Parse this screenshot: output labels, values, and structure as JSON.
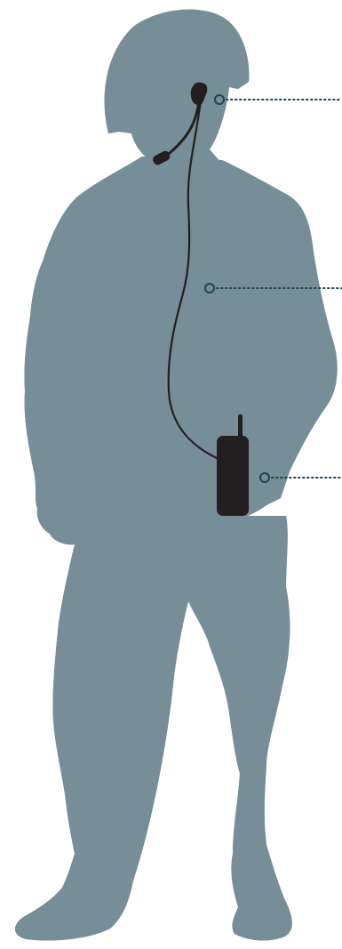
{
  "diagram": {
    "subject": "soldier-silhouette",
    "colors": {
      "silhouette": "#758e98",
      "equipment": "#231f20",
      "callout": "#1d4450"
    },
    "callouts": [
      {
        "id": "earpiece",
        "label": ""
      },
      {
        "id": "cable",
        "label": ""
      },
      {
        "id": "radio",
        "label": ""
      }
    ]
  }
}
